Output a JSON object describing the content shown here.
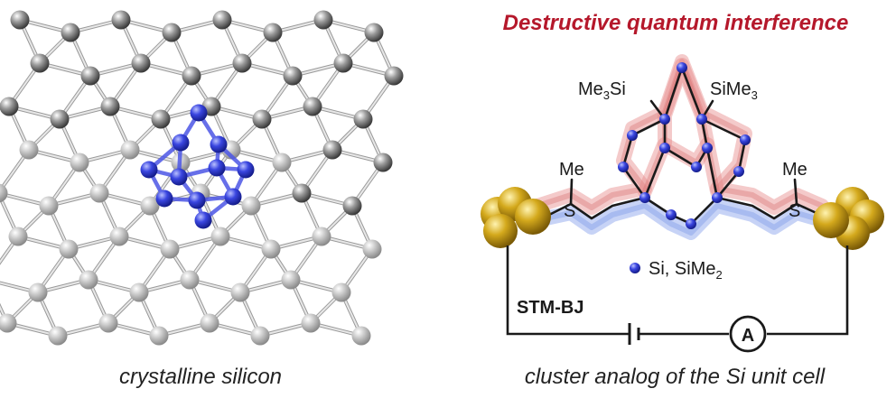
{
  "left_panel": {
    "caption": "crystalline silicon"
  },
  "right_panel": {
    "title": "Destructive quantum interference",
    "caption": "cluster analog of the Si unit cell",
    "label_me3si_left_main": "Me",
    "label_me3si_left_sub": "3",
    "label_me3si_left_tail": "Si",
    "label_sime3_right_main": "SiMe",
    "label_sime3_right_sub": "3",
    "label_me_left": "Me",
    "label_s_left": "S",
    "label_me_right": "Me",
    "label_s_right": "S",
    "legend_text_main": "Si, SiMe",
    "legend_text_sub": "2",
    "stm_label": "STM-BJ",
    "ammeter_label": "A"
  },
  "colors": {
    "title_red": "#b5182b",
    "si_blue": "#3344dd",
    "gold": "#c9a21c",
    "gray_atom": "#8a8a8a",
    "red_glow": "#e57373",
    "blue_glow": "#7fa0e8"
  }
}
